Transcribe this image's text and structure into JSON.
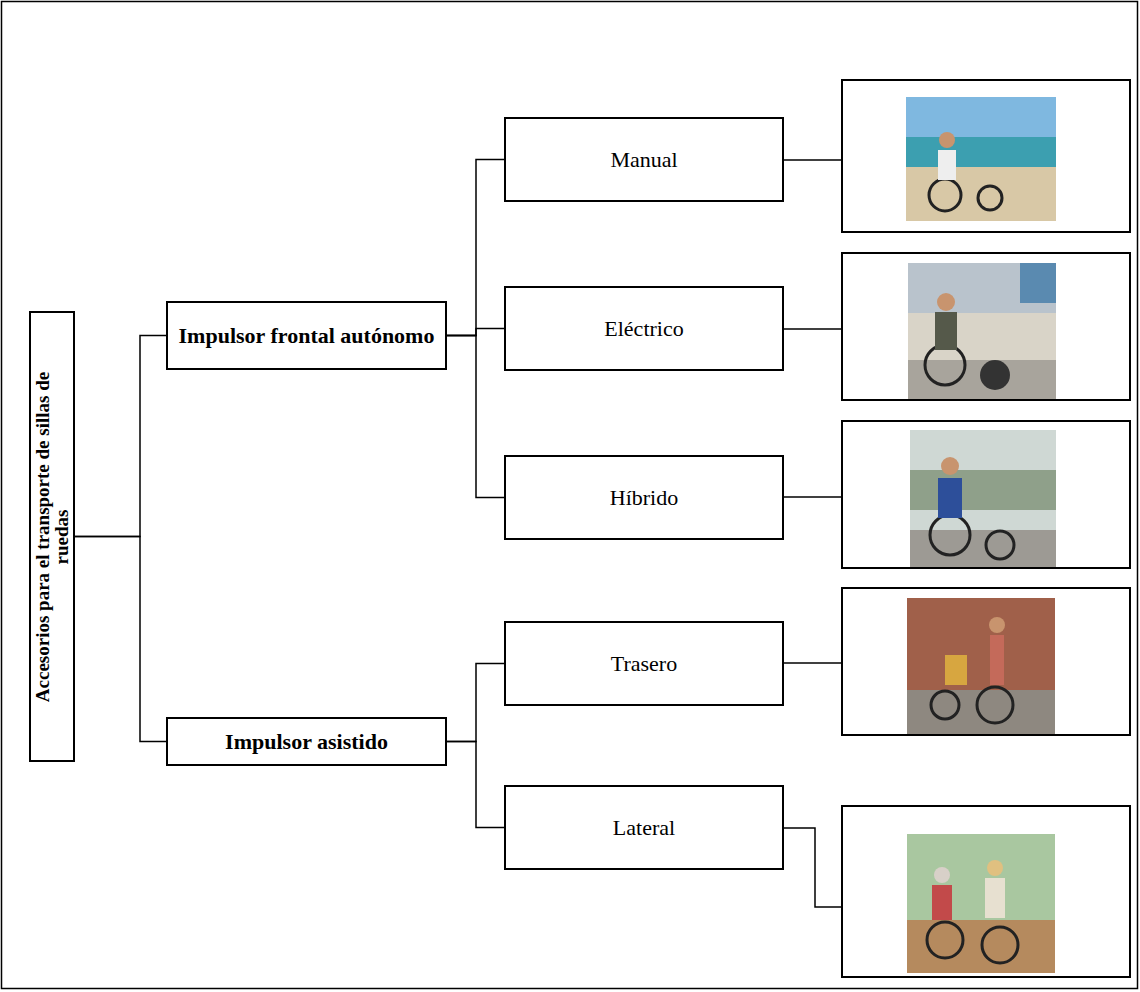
{
  "diagram": {
    "nodes": [
      {
        "text": [
          "Accesorios para el transporte de sillas de ruedas"
        ]
      },
      {
        "text": [
          "Impulsor frontal autónomo"
        ]
      },
      {
        "text": [
          "Manual"
        ]
      },
      {
        "text": [
          "Eléctrico"
        ]
      },
      {
        "text": [
          "Híbrido"
        ]
      },
      {
        "text": [
          "Impulsor asistido"
        ]
      },
      {
        "text": [
          "Trasero"
        ]
      },
      {
        "text": [
          "Lateral"
        ]
      }
    ],
    "edges": [
      {
        "from": 0,
        "to": 1,
        "arrow": "none"
      },
      {
        "from": 0,
        "to": 5,
        "arrow": "none"
      },
      {
        "from": 1,
        "to": 2,
        "arrow": "none"
      },
      {
        "from": 1,
        "to": 3,
        "arrow": "none"
      },
      {
        "from": 1,
        "to": 4,
        "arrow": "none"
      },
      {
        "from": 5,
        "to": 6,
        "arrow": "none"
      },
      {
        "from": 5,
        "to": 7,
        "arrow": "none"
      }
    ]
  }
}
